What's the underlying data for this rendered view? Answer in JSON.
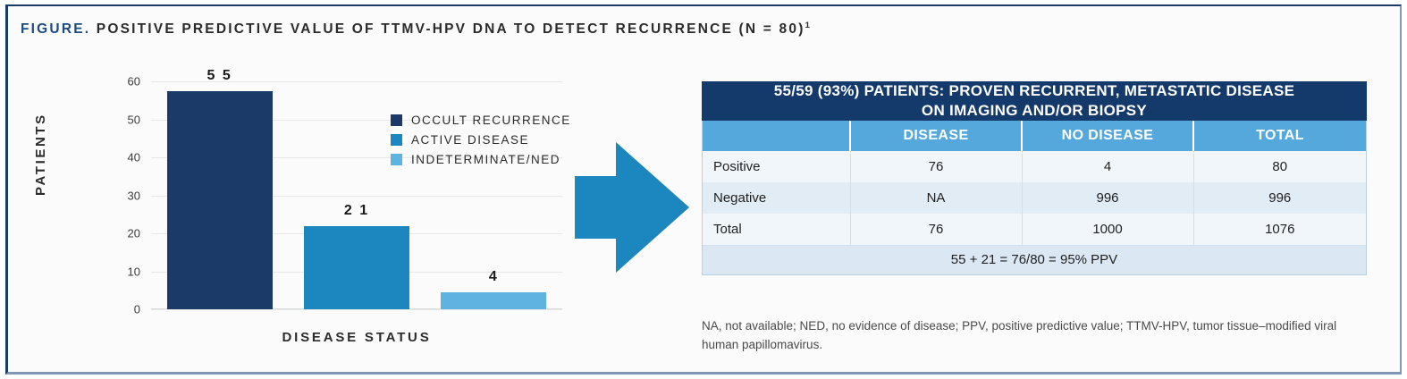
{
  "figure": {
    "label": "FIGURE.",
    "title": "POSITIVE PREDICTIVE VALUE OF TTMV-HPV DNA TO DETECT RECURRENCE (N = 80)",
    "superscript": "1"
  },
  "colors": {
    "navy": "#1b3a67",
    "banner_navy": "#14396b",
    "mid_blue": "#1c86bf",
    "light_blue": "#5eb3e0",
    "header_blue": "#54a8dc",
    "title_blue": "#1b4b84"
  },
  "chart_data": {
    "type": "bar",
    "title": "",
    "xlabel": "DISEASE STATUS",
    "ylabel": "PATIENTS",
    "ylim": [
      0,
      60
    ],
    "yticks": [
      0,
      10,
      20,
      30,
      40,
      50,
      60
    ],
    "grid": true,
    "legend_position": "inside-right",
    "categories": [
      "OCCULT RECURRENCE",
      "ACTIVE DISEASE",
      "INDETERMINATE/NED"
    ],
    "values": [
      55,
      21,
      4
    ],
    "bar_heights": [
      57.5,
      22,
      4.5
    ],
    "data_labels": [
      "5 5",
      "2 1",
      "4"
    ],
    "colors": [
      "#1b3a67",
      "#1c86bf",
      "#5eb3e0"
    ]
  },
  "legend": {
    "items": [
      {
        "label": "OCCULT RECURRENCE",
        "color": "#1b3a67"
      },
      {
        "label": "ACTIVE DISEASE",
        "color": "#1c86bf"
      },
      {
        "label": "INDETERMINATE/NED",
        "color": "#5eb3e0"
      }
    ]
  },
  "arrow": {
    "name": "right-arrow",
    "color": "#1c86bf"
  },
  "table": {
    "banner_line1": "55/59 (93%) PATIENTS: PROVEN RECURRENT, METASTATIC DISEASE",
    "banner_line2": "ON IMAGING AND/OR BIOPSY",
    "columns": [
      "",
      "DISEASE",
      "NO DISEASE",
      "TOTAL"
    ],
    "rows": [
      {
        "label": "Positive",
        "cells": [
          "76",
          "4",
          "80"
        ]
      },
      {
        "label": "Negative",
        "cells": [
          "NA",
          "996",
          "996"
        ]
      },
      {
        "label": "Total",
        "cells": [
          "76",
          "1000",
          "1076"
        ]
      }
    ],
    "footer": "55 + 21 = 76/80 = 95% PPV"
  },
  "footnote": "NA, not available; NED, no evidence of disease; PPV, positive predictive value; TTMV-HPV, tumor tissue–modified viral human papillomavirus."
}
